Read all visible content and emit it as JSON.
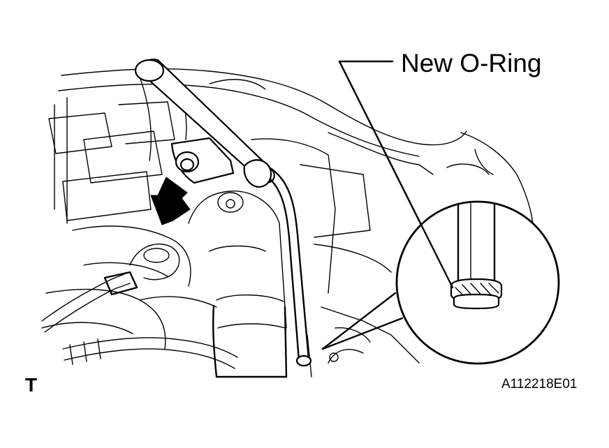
{
  "callout": {
    "label": "New O-Ring"
  },
  "corner_mark": "T",
  "figure_id": "A112218E01",
  "colors": {
    "ink": "#000000",
    "background": "#ffffff"
  },
  "icons": {
    "direction_arrow": "arrow-up-right-icon"
  }
}
